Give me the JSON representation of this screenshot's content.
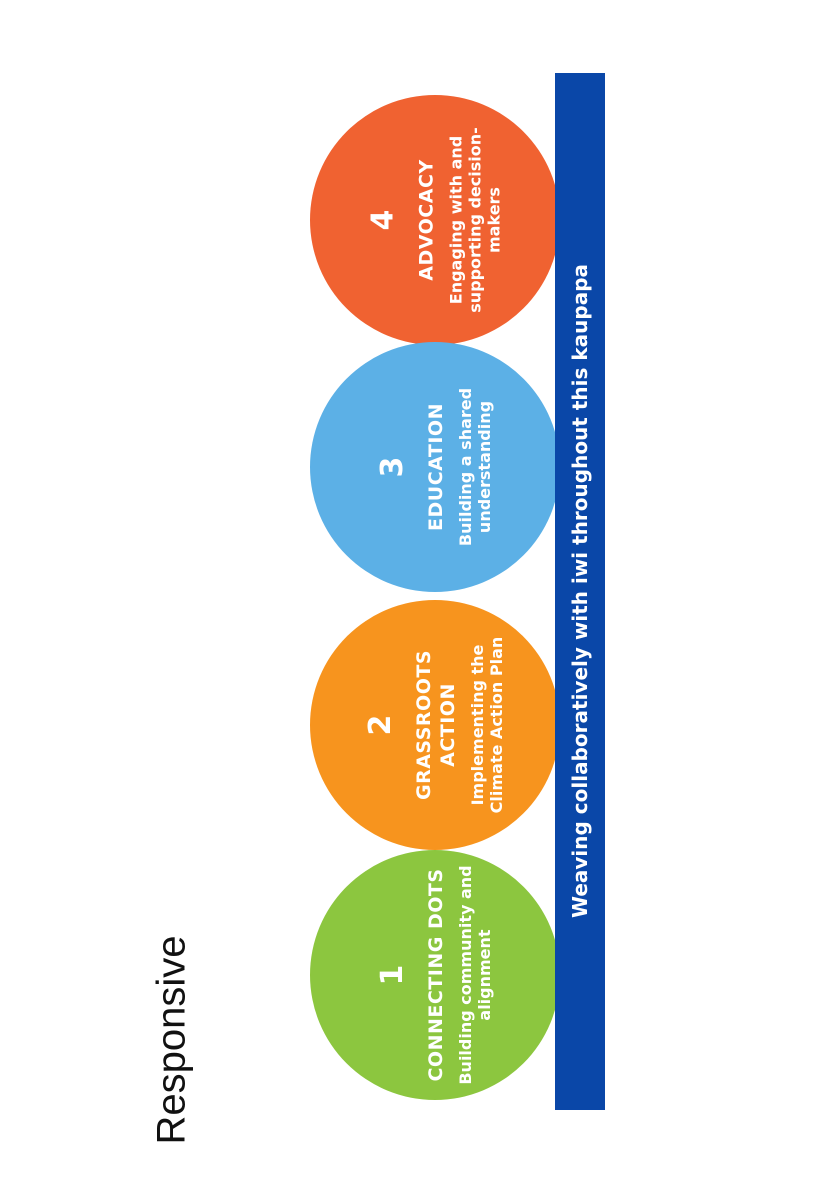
{
  "heading": "Responsive",
  "steps": [
    {
      "number": "4",
      "title": "ADVOCACY",
      "description": "Engaging with and supporting decision-makers",
      "color": "#f06231"
    },
    {
      "number": "3",
      "title": "EDUCATION",
      "description": "Building a shared understanding",
      "color": "#5cb0e6"
    },
    {
      "number": "2",
      "title": "GRASSROOTS ACTION",
      "description": "Implementing the Climate Action Plan",
      "color": "#f7941e"
    },
    {
      "number": "1",
      "title": "CONNECTING DOTS",
      "description": "Building community and alignment",
      "color": "#8cc63f"
    }
  ],
  "band": {
    "text": "Weaving collaboratively with iwi throughout this kaupapa",
    "color": "#0a47a8"
  }
}
